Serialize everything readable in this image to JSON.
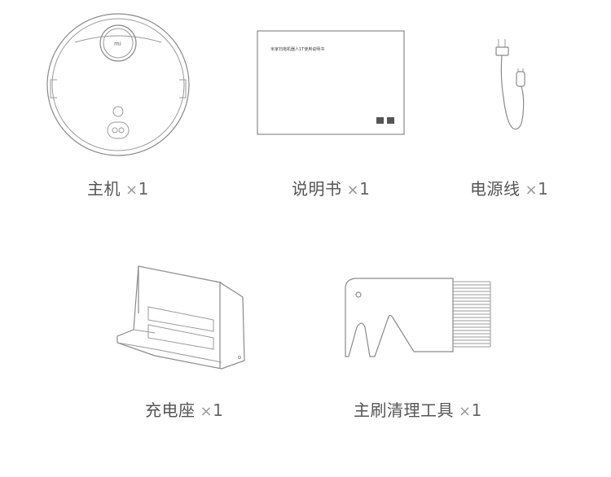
{
  "items": [
    {
      "name": "主机",
      "times": "×",
      "qty": "1"
    },
    {
      "name": "说明书",
      "times": "×",
      "qty": "1"
    },
    {
      "name": "电源线",
      "times": "×",
      "qty": "1"
    },
    {
      "name": "充电座",
      "times": "×",
      "qty": "1"
    },
    {
      "name": "主刷清理工具",
      "times": "×",
      "qty": "1"
    }
  ],
  "manual": {
    "cover_text": "米家扫拖机器人1T使用说明书"
  }
}
